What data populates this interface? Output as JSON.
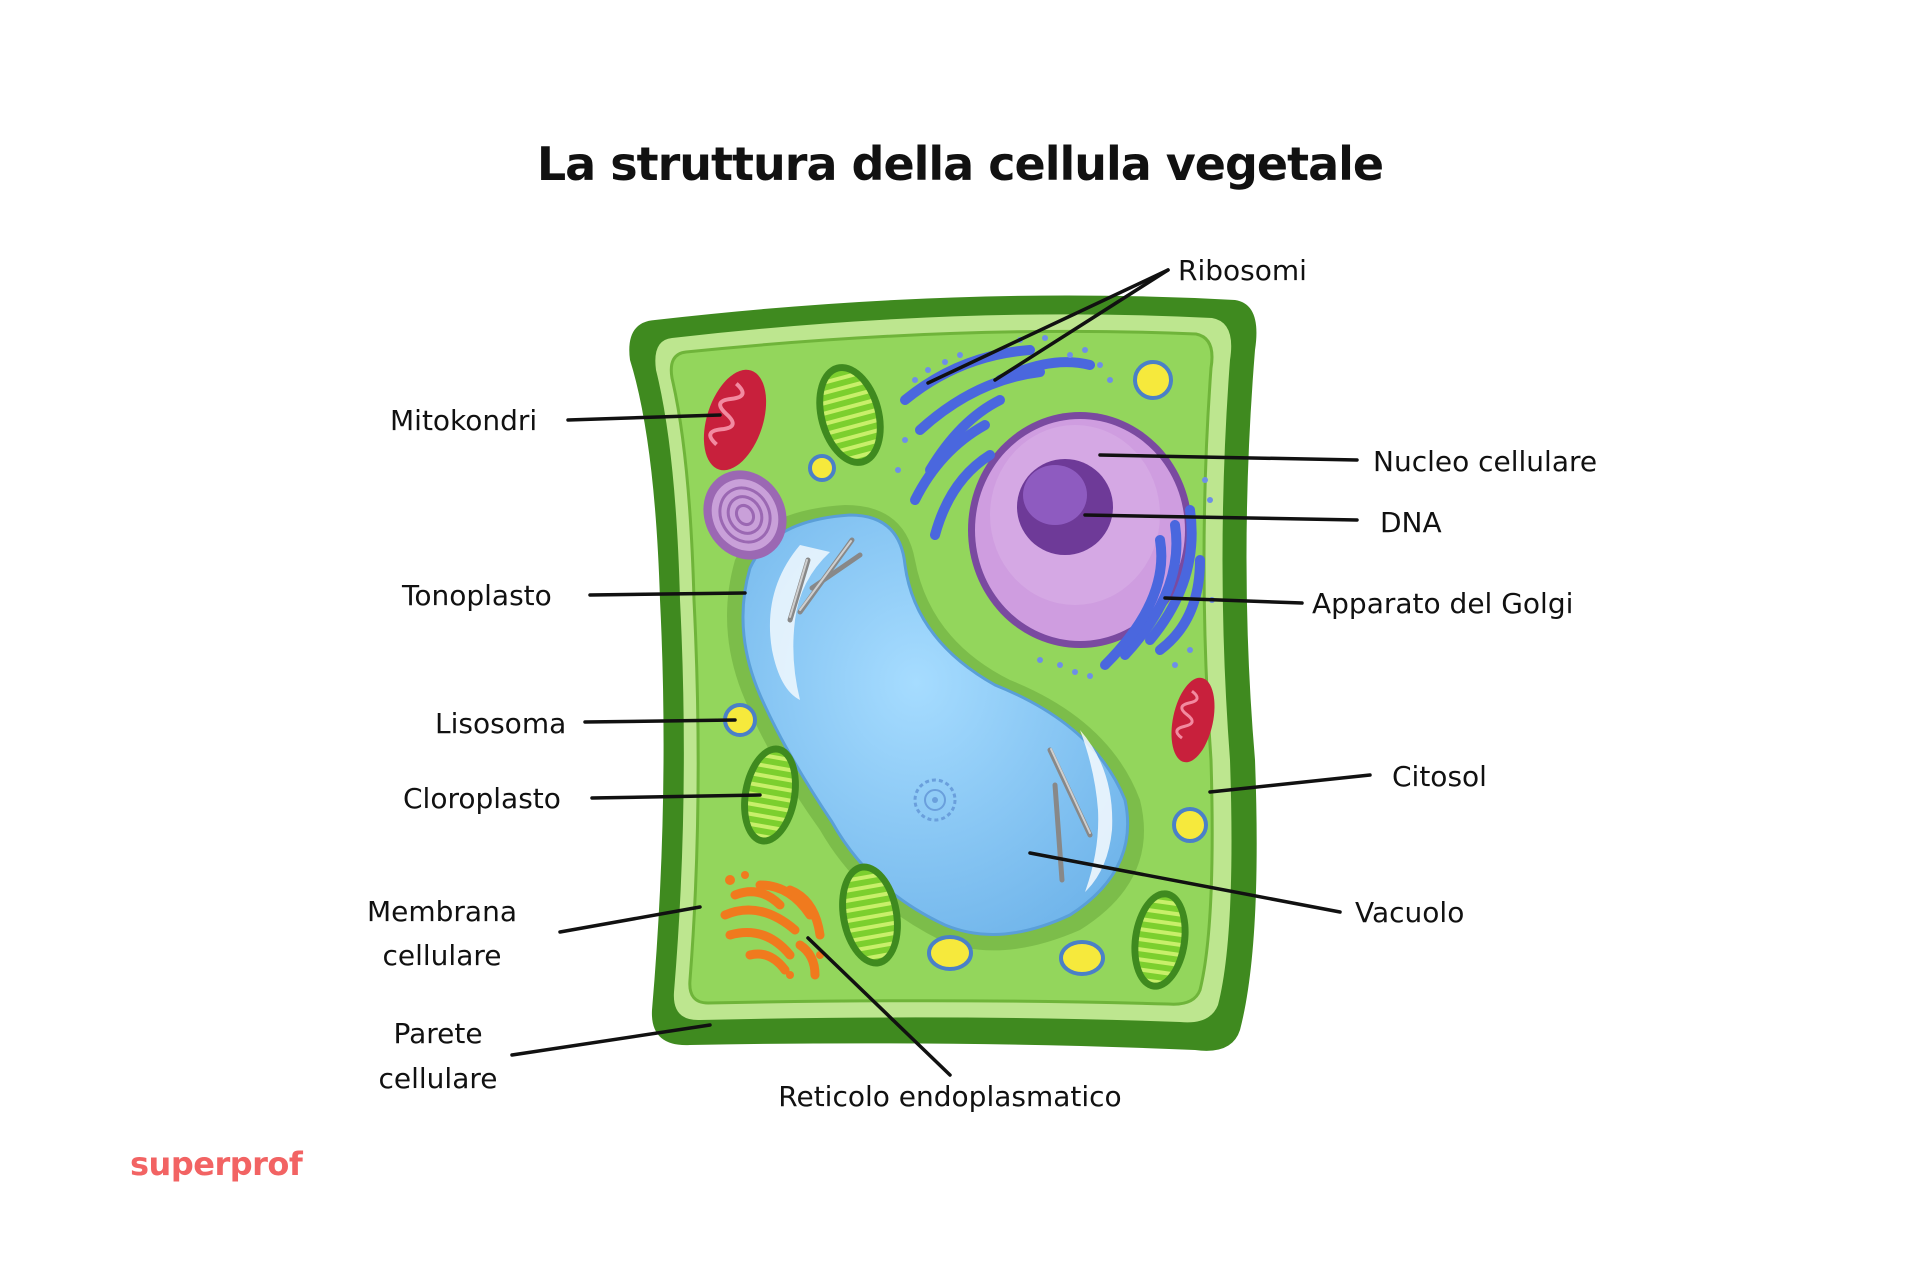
{
  "title": "La struttura della cellula vegetale",
  "labels": {
    "ribosomi": "Ribosomi",
    "mitokondri": "Mitokondri",
    "nucleo": "Nucleo cellulare",
    "dna": "DNA",
    "tonoplasto": "Tonoplasto",
    "golgi": "Apparato del Golgi",
    "lisosoma": "Lisosoma",
    "citosol": "Citosol",
    "cloroplasto": "Cloroplasto",
    "membrana_l1": "Membrana",
    "membrana_l2": "cellulare",
    "vacuolo": "Vacuolo",
    "parete_l1": "Parete",
    "parete_l2": "cellulare",
    "reticolo": "Reticolo endoplasmatico"
  },
  "brand": {
    "name": "superprof"
  },
  "colors": {
    "wall_dark": "#3a7d1e",
    "wall_light": "#b9e48a",
    "cytosol": "#8fd35a",
    "vacuole": "#8ccaf5",
    "nucleus": "#c98fd3",
    "nucleolus": "#7d4aa8",
    "golgi": "#4a6fe0",
    "mitochondria": "#c8203c",
    "chloroplast": "#5aa81e",
    "lysosome": "#f4e03a",
    "er": "#f07a1e",
    "brand": "#f26363"
  }
}
